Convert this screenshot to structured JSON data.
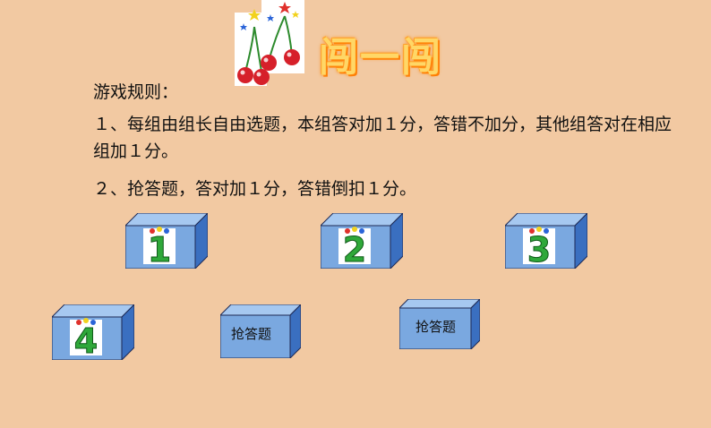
{
  "title": "闯一闯",
  "rules_heading": "游戏规则：",
  "rules": [
    "１、每组由组长自由选题，本组答对加１分，答错不加分，其他组答对在相应组加１分。",
    "２、抢答题，答对加１分，答错倒扣１分。"
  ],
  "boxes": [
    {
      "number": "1"
    },
    {
      "number": "2"
    },
    {
      "number": "3"
    },
    {
      "number": "4"
    },
    {
      "label": "抢答题"
    },
    {
      "label": "抢答题"
    }
  ],
  "colors": {
    "background": "#f2c9a2",
    "box_front": "#7aa8e0",
    "box_top": "#a6c8f0",
    "box_side": "#3a6fc0",
    "number_green": "#2fa83a"
  },
  "decoration": "cherry-stars-icon"
}
